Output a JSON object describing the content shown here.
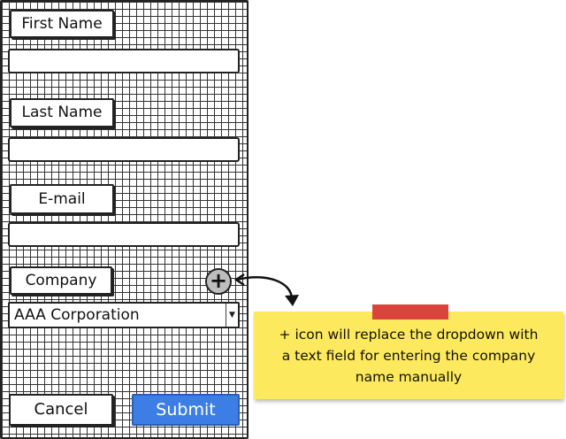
{
  "form": {
    "first_name_label": "First Name",
    "first_name_value": "",
    "last_name_label": "Last Name",
    "last_name_value": "",
    "email_label": "E-mail",
    "email_value": "",
    "company_label": "Company",
    "company_selected": "AAA Corporation",
    "add_company_icon": "+",
    "cancel_label": "Cancel",
    "submit_label": "Submit"
  },
  "annotation": {
    "note_lines": [
      "+ icon will replace the dropdown with",
      "a text field for entering the company",
      "name manually"
    ]
  },
  "colors": {
    "submit_bg": "#3d7ee6",
    "sticky_bg": "#fde95d",
    "tape": "#d9443c"
  },
  "icons": {
    "add": "plus-icon",
    "dropdown": "chevron-down-icon"
  }
}
